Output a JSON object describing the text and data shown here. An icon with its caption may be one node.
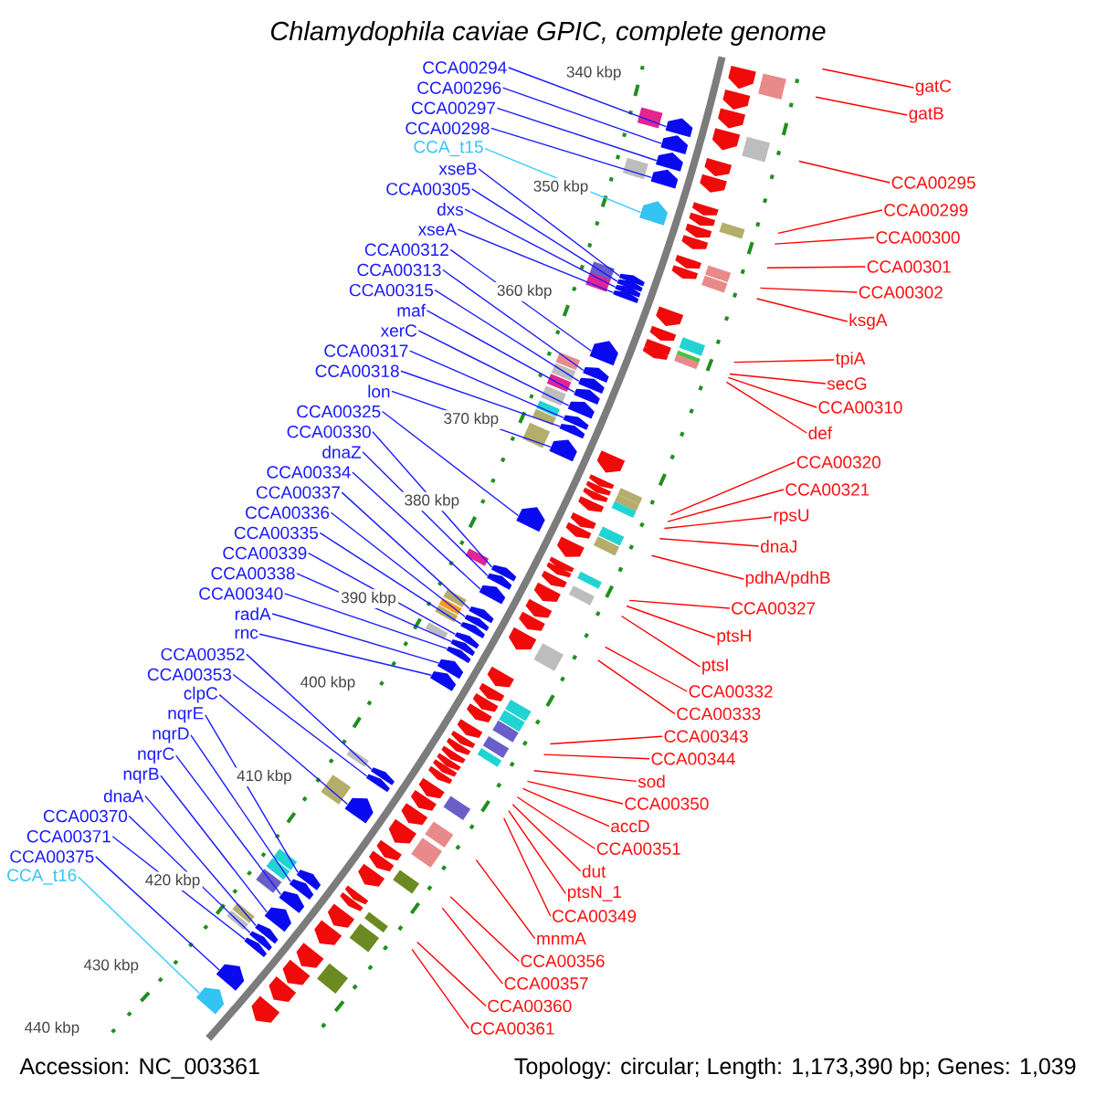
{
  "diagram": {
    "title": "Chlamydophila caviae GPIC, complete genome",
    "nodes": [
      {
        "text": [
          "CCA00294"
        ]
      },
      {
        "text": [
          "CCA00296"
        ]
      },
      {
        "text": [
          "CCA00297"
        ]
      },
      {
        "text": [
          "CCA00298"
        ]
      },
      {
        "text": [
          "CCA_t15"
        ]
      },
      {
        "text": [
          "xseB"
        ]
      },
      {
        "text": [
          "CCA00305"
        ]
      },
      {
        "text": [
          "dxs"
        ]
      },
      {
        "text": [
          "xseA"
        ]
      },
      {
        "text": [
          "CCA00312"
        ]
      },
      {
        "text": [
          "CCA00313"
        ]
      },
      {
        "text": [
          "CCA00315"
        ]
      },
      {
        "text": [
          "maf"
        ]
      },
      {
        "text": [
          "xerC"
        ]
      },
      {
        "text": [
          "CCA00317"
        ]
      },
      {
        "text": [
          "CCA00318"
        ]
      },
      {
        "text": [
          "lon"
        ]
      },
      {
        "text": [
          "CCA00325"
        ]
      },
      {
        "text": [
          "CCA00330"
        ]
      },
      {
        "text": [
          "dnaZ"
        ]
      },
      {
        "text": [
          "CCA00334"
        ]
      },
      {
        "text": [
          "CCA00337"
        ]
      },
      {
        "text": [
          "CCA00336"
        ]
      },
      {
        "text": [
          "CCA00335"
        ]
      },
      {
        "text": [
          "CCA00339"
        ]
      },
      {
        "text": [
          "CCA00338"
        ]
      },
      {
        "text": [
          "CCA00340"
        ]
      },
      {
        "text": [
          "radA"
        ]
      },
      {
        "text": [
          "rnc"
        ]
      },
      {
        "text": [
          "CCA00352"
        ]
      },
      {
        "text": [
          "CCA00353"
        ]
      },
      {
        "text": [
          "clpC"
        ]
      },
      {
        "text": [
          "nqrE"
        ]
      },
      {
        "text": [
          "nqrD"
        ]
      },
      {
        "text": [
          "nqrC"
        ]
      },
      {
        "text": [
          "nqrB"
        ]
      },
      {
        "text": [
          "dnaA"
        ]
      },
      {
        "text": [
          "CCA00370"
        ]
      },
      {
        "text": [
          "CCA00371"
        ]
      },
      {
        "text": [
          "CCA00375"
        ]
      },
      {
        "text": [
          "CCA_t16"
        ]
      },
      {
        "text": [
          "gatC"
        ]
      },
      {
        "text": [
          "gatB"
        ]
      },
      {
        "text": [
          "CCA00295"
        ]
      },
      {
        "text": [
          "CCA00299"
        ]
      },
      {
        "text": [
          "CCA00300"
        ]
      },
      {
        "text": [
          "CCA00301"
        ]
      },
      {
        "text": [
          "CCA00302"
        ]
      },
      {
        "text": [
          "ksgA"
        ]
      },
      {
        "text": [
          "tpiA"
        ]
      },
      {
        "text": [
          "secG"
        ]
      },
      {
        "text": [
          "CCA00310"
        ]
      },
      {
        "text": [
          "def"
        ]
      },
      {
        "text": [
          "CCA00320"
        ]
      },
      {
        "text": [
          "CCA00321"
        ]
      },
      {
        "text": [
          "rpsU"
        ]
      },
      {
        "text": [
          "dnaJ"
        ]
      },
      {
        "text": [
          "pdhA/pdhB"
        ]
      },
      {
        "text": [
          "CCA00327"
        ]
      },
      {
        "text": [
          "ptsH"
        ]
      },
      {
        "text": [
          "ptsI"
        ]
      },
      {
        "text": [
          "CCA00332"
        ]
      },
      {
        "text": [
          "CCA00333"
        ]
      },
      {
        "text": [
          "CCA00343"
        ]
      },
      {
        "text": [
          "CCA00344"
        ]
      },
      {
        "text": [
          "sod"
        ]
      },
      {
        "text": [
          "CCA00350"
        ]
      },
      {
        "text": [
          "accD"
        ]
      },
      {
        "text": [
          "CCA00351"
        ]
      },
      {
        "text": [
          "dut"
        ]
      },
      {
        "text": [
          "ptsN_1"
        ]
      },
      {
        "text": [
          "CCA00349"
        ]
      },
      {
        "text": [
          "mnmA"
        ]
      },
      {
        "text": [
          "CCA00356"
        ]
      },
      {
        "text": [
          "CCA00357"
        ]
      },
      {
        "text": [
          "CCA00360"
        ]
      },
      {
        "text": [
          "CCA00361"
        ]
      },
      {
        "text": [],
        "shape": "pentagon"
      },
      {
        "text": [],
        "shape": "pentagon"
      },
      {
        "text": [],
        "shape": "pentagon"
      },
      {
        "text": [],
        "shape": "pentagon"
      },
      {
        "text": [],
        "shape": "pentagon"
      },
      {
        "text": [],
        "shape": "pentagon"
      },
      {
        "text": [],
        "shape": "pentagon"
      },
      {
        "text": [],
        "shape": "pentagon"
      },
      {
        "text": [],
        "shape": "pentagon"
      },
      {
        "text": [],
        "shape": "pentagon"
      },
      {
        "text": [],
        "shape": "pentagon"
      },
      {
        "text": [],
        "shape": "pentagon"
      },
      {
        "text": [],
        "shape": "pentagon"
      },
      {
        "text": [],
        "shape": "pentagon"
      },
      {
        "text": [],
        "shape": "pentagon"
      },
      {
        "text": [],
        "shape": "pentagon"
      },
      {
        "text": [],
        "shape": "pentagon"
      },
      {
        "text": [],
        "shape": "pentagon"
      },
      {
        "text": [],
        "shape": "pentagon"
      },
      {
        "text": [],
        "shape": "pentagon"
      },
      {
        "text": [],
        "shape": "pentagon"
      },
      {
        "text": [],
        "shape": "pentagon"
      },
      {
        "text": [],
        "shape": "pentagon"
      },
      {
        "text": [],
        "shape": "pentagon"
      },
      {
        "text": [],
        "shape": "pentagon"
      },
      {
        "text": [],
        "shape": "pentagon"
      },
      {
        "text": [],
        "shape": "pentagon"
      },
      {
        "text": [],
        "shape": "pentagon"
      },
      {
        "text": [],
        "shape": "pentagon"
      },
      {
        "text": [],
        "shape": "pentagon"
      },
      {
        "text": [],
        "shape": "pentagon"
      },
      {
        "text": [],
        "shape": "pentagon"
      },
      {
        "text": [],
        "shape": "pentagon"
      },
      {
        "text": [],
        "shape": "pentagon"
      },
      {
        "text": [],
        "shape": "pentagon"
      },
      {
        "text": [],
        "shape": "pentagon"
      },
      {
        "text": [],
        "shape": "pentagon"
      },
      {
        "text": [],
        "shape": "pentagon"
      },
      {
        "text": [],
        "shape": "pentagon"
      },
      {
        "text": [],
        "shape": "pentagon"
      },
      {
        "text": [],
        "shape": "pentagon"
      }
    ],
    "edges": [
      {
        "from": 0,
        "to": 77,
        "arrow": "none"
      },
      {
        "from": 1,
        "to": 78,
        "arrow": "none"
      },
      {
        "from": 2,
        "to": 79,
        "arrow": "none"
      },
      {
        "from": 3,
        "to": 80,
        "arrow": "none"
      },
      {
        "from": 4,
        "to": 81,
        "arrow": "none",
        "color": "#33ccff"
      },
      {
        "from": 5,
        "to": 82,
        "arrow": "none"
      },
      {
        "from": 6,
        "to": 83,
        "arrow": "none"
      },
      {
        "from": 7,
        "to": 84,
        "arrow": "none"
      },
      {
        "from": 8,
        "to": 85,
        "arrow": "none"
      },
      {
        "from": 9,
        "to": 86,
        "arrow": "none"
      },
      {
        "from": 10,
        "to": 87,
        "arrow": "none"
      },
      {
        "from": 11,
        "to": 88,
        "arrow": "none"
      },
      {
        "from": 12,
        "to": 89,
        "arrow": "none"
      },
      {
        "from": 13,
        "to": 90,
        "arrow": "none"
      },
      {
        "from": 14,
        "to": 91,
        "arrow": "none"
      },
      {
        "from": 15,
        "to": 92,
        "arrow": "none"
      },
      {
        "from": 16,
        "to": 93,
        "arrow": "none"
      },
      {
        "from": 17,
        "to": 94,
        "arrow": "none"
      },
      {
        "from": 18,
        "to": 95,
        "arrow": "none"
      },
      {
        "from": 19,
        "to": 96,
        "arrow": "none"
      },
      {
        "from": 20,
        "to": 97,
        "arrow": "none"
      },
      {
        "from": 21,
        "to": 98,
        "arrow": "none"
      },
      {
        "from": 22,
        "to": 99,
        "arrow": "none"
      },
      {
        "from": 23,
        "to": 100,
        "arrow": "none"
      },
      {
        "from": 24,
        "to": 101,
        "arrow": "none"
      },
      {
        "from": 25,
        "to": 102,
        "arrow": "none"
      },
      {
        "from": 26,
        "to": 103,
        "arrow": "none"
      },
      {
        "from": 27,
        "to": 104,
        "arrow": "none"
      },
      {
        "from": 28,
        "to": 105,
        "arrow": "none"
      },
      {
        "from": 29,
        "to": 106,
        "arrow": "none"
      },
      {
        "from": 30,
        "to": 107,
        "arrow": "none"
      },
      {
        "from": 31,
        "to": 108,
        "arrow": "none"
      },
      {
        "from": 32,
        "to": 109,
        "arrow": "none"
      },
      {
        "from": 33,
        "to": 110,
        "arrow": "none"
      },
      {
        "from": 34,
        "to": 111,
        "arrow": "none"
      },
      {
        "from": 35,
        "to": 112,
        "arrow": "none"
      },
      {
        "from": 36,
        "to": 113,
        "arrow": "none"
      },
      {
        "from": 37,
        "to": 114,
        "arrow": "none"
      },
      {
        "from": 38,
        "to": 115,
        "arrow": "none"
      },
      {
        "from": 39,
        "to": 116,
        "arrow": "none"
      },
      {
        "from": 40,
        "to": 117,
        "arrow": "none",
        "color": "#33ccff"
      },
      {
        "from": 41,
        "to": null,
        "arrow": "none",
        "color": "#ff0000"
      },
      {
        "from": 42,
        "to": null,
        "arrow": "none",
        "color": "#ff0000"
      },
      {
        "from": 43,
        "to": null,
        "arrow": "none",
        "color": "#ff0000"
      },
      {
        "from": 44,
        "to": null,
        "arrow": "none",
        "color": "#ff0000"
      },
      {
        "from": 45,
        "to": null,
        "arrow": "none",
        "color": "#ff0000"
      },
      {
        "from": 46,
        "to": null,
        "arrow": "none",
        "color": "#ff0000"
      },
      {
        "from": 47,
        "to": null,
        "arrow": "none",
        "color": "#ff0000"
      },
      {
        "from": 48,
        "to": null,
        "arrow": "none",
        "color": "#ff0000"
      },
      {
        "from": 49,
        "to": null,
        "arrow": "none",
        "color": "#ff0000"
      },
      {
        "from": 50,
        "to": null,
        "arrow": "none",
        "color": "#ff0000"
      },
      {
        "from": 51,
        "to": null,
        "arrow": "none",
        "color": "#ff0000"
      },
      {
        "from": 52,
        "to": null,
        "arrow": "none",
        "color": "#ff0000"
      },
      {
        "from": 53,
        "to": null,
        "arrow": "none",
        "color": "#ff0000"
      },
      {
        "from": 54,
        "to": null,
        "arrow": "none",
        "color": "#ff0000"
      },
      {
        "from": 55,
        "to": null,
        "arrow": "none",
        "color": "#ff0000"
      },
      {
        "from": 56,
        "to": null,
        "arrow": "none",
        "color": "#ff0000"
      },
      {
        "from": 57,
        "to": null,
        "arrow": "none",
        "color": "#ff0000"
      },
      {
        "from": 58,
        "to": null,
        "arrow": "none",
        "color": "#ff0000"
      },
      {
        "from": 59,
        "to": null,
        "arrow": "none",
        "color": "#ff0000"
      },
      {
        "from": 60,
        "to": null,
        "arrow": "none",
        "color": "#ff0000"
      },
      {
        "from": 61,
        "to": null,
        "arrow": "none",
        "color": "#ff0000"
      },
      {
        "from": 62,
        "to": null,
        "arrow": "none",
        "color": "#ff0000"
      },
      {
        "from": 63,
        "to": null,
        "arrow": "none",
        "color": "#ff0000"
      },
      {
        "from": 64,
        "to": null,
        "arrow": "none",
        "color": "#ff0000"
      },
      {
        "from": 65,
        "to": null,
        "arrow": "none",
        "color": "#ff0000"
      },
      {
        "from": 66,
        "to": null,
        "arrow": "none",
        "color": "#ff0000"
      },
      {
        "from": 67,
        "to": null,
        "arrow": "none",
        "color": "#ff0000"
      },
      {
        "from": 68,
        "to": null,
        "arrow": "none",
        "color": "#ff0000"
      },
      {
        "from": 69,
        "to": null,
        "arrow": "none",
        "color": "#ff0000"
      },
      {
        "from": 70,
        "to": null,
        "arrow": "none",
        "color": "#ff0000"
      },
      {
        "from": 71,
        "to": null,
        "arrow": "none",
        "color": "#ff0000"
      },
      {
        "from": 72,
        "to": null,
        "arrow": "none",
        "color": "#ff0000"
      },
      {
        "from": 73,
        "to": null,
        "arrow": "none",
        "color": "#ff0000"
      },
      {
        "from": 74,
        "to": null,
        "arrow": "none",
        "color": "#ff0000"
      },
      {
        "from": 75,
        "to": null,
        "arrow": "none",
        "color": "#ff0000"
      },
      {
        "from": 76,
        "to": null,
        "arrow": "none",
        "color": "#ff0000"
      }
    ],
    "labels": [
      "340 kbp",
      "350 kbp",
      "360 kbp",
      "370 kbp",
      "380 kbp",
      "390 kbp",
      "400 kbp",
      "410 kbp",
      "420 kbp",
      "430 kbp",
      "440 kbp",
      "Accession: NC_003361",
      "Topology: circular; Length: 1,173,390 bp; Genes: 1,039"
    ]
  }
}
